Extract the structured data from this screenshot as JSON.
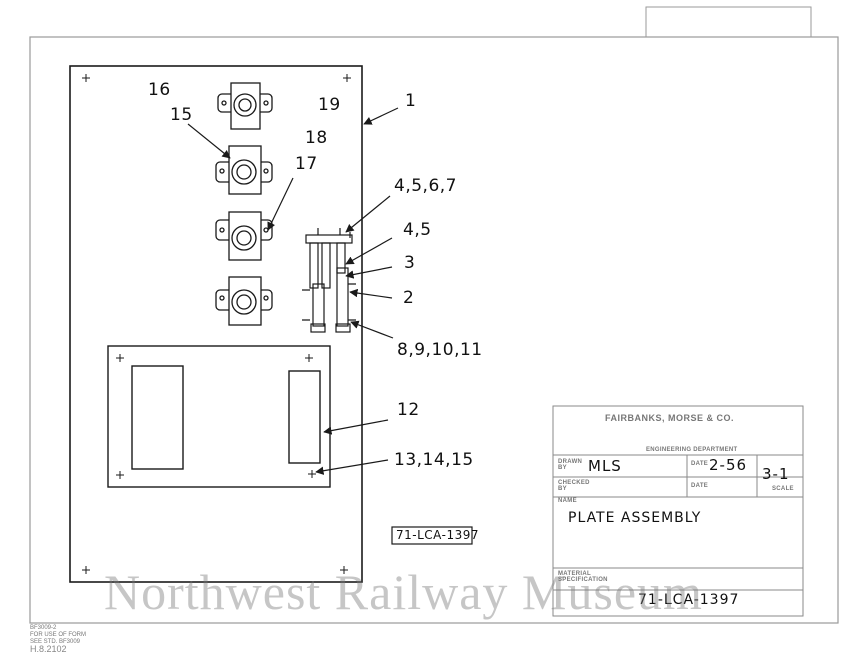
{
  "callouts": {
    "c16": "16",
    "c15": "15",
    "c19": "19",
    "c1": "1",
    "c18": "18",
    "c17": "17",
    "c4567": "4,5,6,7",
    "c45": "4,5",
    "c3": "3",
    "c2": "2",
    "c891011": "8,9,10,11",
    "c12": "12",
    "c131415": "13,14,15"
  },
  "drawing_number_box": "71-LCA-1397",
  "title_block": {
    "company": "FAIRBANKS, MORSE & CO.",
    "department": "ENGINEERING DEPARTMENT",
    "drawn_by_label": "DRAWN BY",
    "drawn_by": "MLS",
    "date_label": "DATE",
    "date": "2-56",
    "scale": "3-1",
    "scale_label": "SCALE",
    "checked_by_label": "CHECKED BY",
    "checked_date_label": "DATE",
    "name_label": "NAME",
    "name": "PLATE ASSEMBLY",
    "material_label": "MATERIAL SPECIFICATION",
    "drawing_number": "71-LCA-1397"
  },
  "form_note": {
    "line1": "BF3009-2",
    "line2": "FOR USE OF FORM",
    "line3": "SEE STD. BF3009",
    "line4": "H.8.2102"
  },
  "watermark": "Northwest Railway Museum",
  "colors": {
    "line": "#1a1a1a",
    "border": "#9a9a9a",
    "titleblock": "#8a8a8a",
    "paper": "#ffffff"
  }
}
